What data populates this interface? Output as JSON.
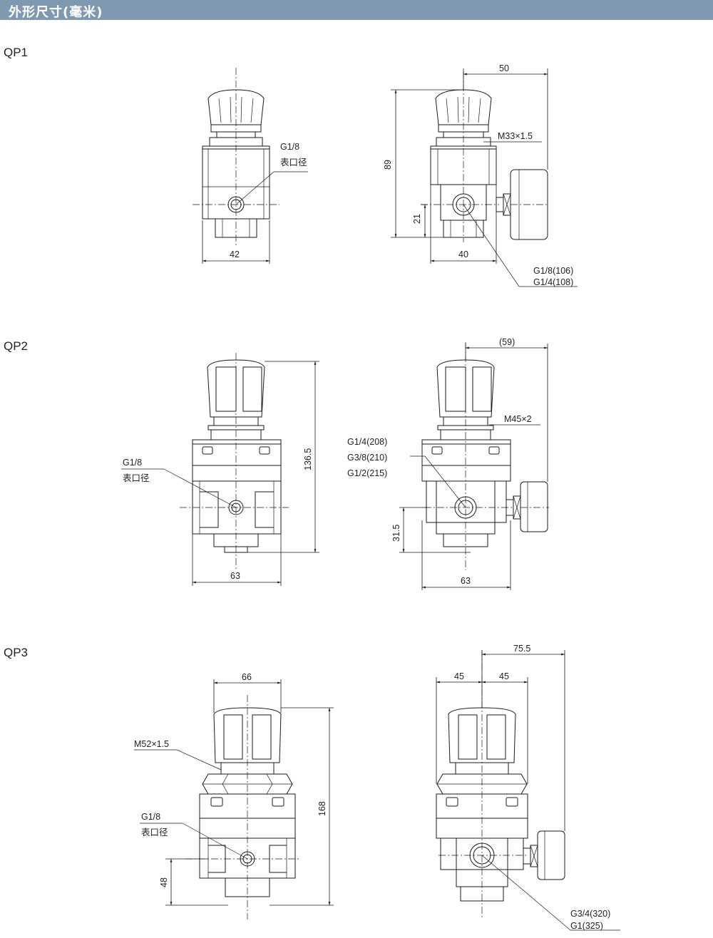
{
  "header": {
    "title": "外形尺寸(毫米)",
    "color": "#7f99b0"
  },
  "sections": {
    "qp1": {
      "label": "QP1",
      "front": {
        "port_size": "G1/8",
        "port_caption": "表口径",
        "width": "42"
      },
      "side": {
        "overall_width": "50",
        "thread": "M33×1.5",
        "height": "89",
        "port_height": "21",
        "body_width": "40",
        "port_a": "G1/8(106)",
        "port_b": "G1/4(108)"
      }
    },
    "qp2": {
      "label": "QP2",
      "front": {
        "port_size": "G1/8",
        "port_caption": "表口径",
        "height": "136.5",
        "width": "63"
      },
      "side": {
        "overall_width": "(59)",
        "thread": "M45×2",
        "port_a": "G1/4(208)",
        "port_b": "G3/8(210)",
        "port_c": "G1/2(215)",
        "port_height": "31.5",
        "width": "63"
      }
    },
    "qp3": {
      "label": "QP3",
      "front": {
        "knob_width": "66",
        "thread": "M52×1.5",
        "port_size": "G1/8",
        "port_caption": "表口径",
        "height": "168",
        "port_height": "48"
      },
      "side": {
        "overall_width": "75.5",
        "half_left": "45",
        "half_right": "45",
        "port_a": "G3/4(320)",
        "port_b": "G1(325)"
      }
    }
  }
}
